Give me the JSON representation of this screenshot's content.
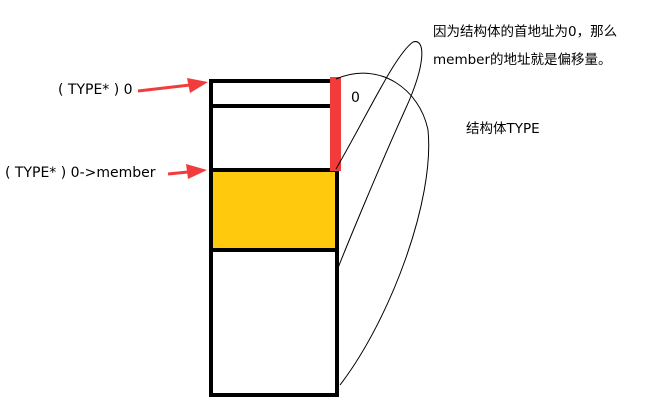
{
  "labels": {
    "type_ptr_zero": "( TYPE* ) 0",
    "type_ptr_member": "( TYPE* ) 0->member",
    "offset_zero": "0",
    "note_line1": "因为结构体的首地址为0，那么",
    "note_line2": "member的地址就是偏移量。",
    "struct_name": "结构体TYPE"
  },
  "colors": {
    "arrow": "#f23c3c",
    "offset_bar": "#f23c3c",
    "member_fill": "#ffc90e",
    "outline": "#000000",
    "background": "#ffffff"
  }
}
